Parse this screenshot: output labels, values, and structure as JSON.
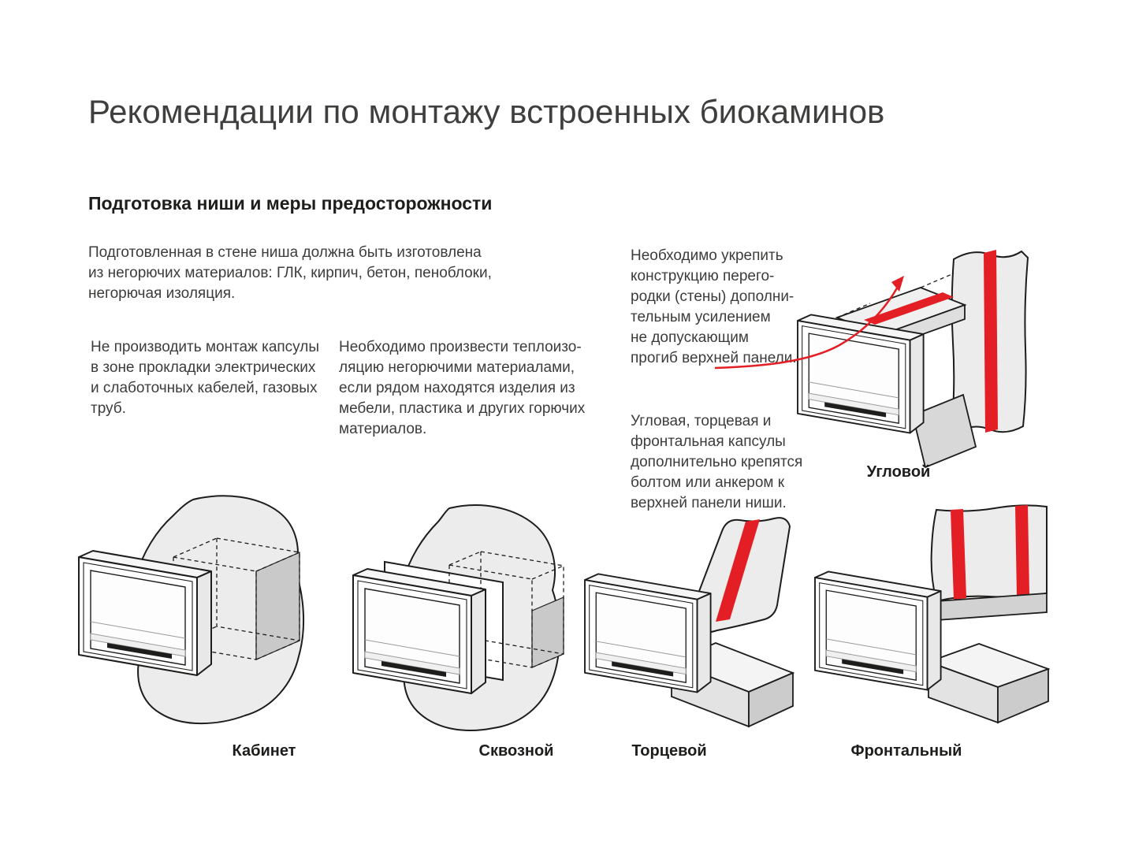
{
  "page": {
    "title": "Рекомендации по монтажу встроенных биокаминов",
    "section_heading": "Подготовка ниши и меры предосторожности"
  },
  "paragraphs": {
    "intro": "Подготовленная в стене ниша должна быть изготовлена\nиз негорючих материалов: ГЛК, кирпич, бетон, пеноблоки,\nнегорючая изоляция.",
    "col_left": "Не производить монтаж капсулы\nв зоне прокладки электрических\nи слаботочных кабелей, газовых\nтруб.",
    "col_mid": "Необходимо произвести теплоизо-\nляцию негорючими материалами,\nесли рядом находятся изделия из\nмебели, пластика и других горючих\nматериалов.",
    "note_top": "Необходимо укрепить\nконструкцию перего-\nродки (стены) дополни-\nтельным усилением\nне допускающим\nпрогиб верхней панели.",
    "note_bottom": "Угловая, торцевая и\nфронтальная капсулы\nдополнительно крепятся\nболтом или анкером к\nверхней панели ниши."
  },
  "diagrams": {
    "uglovoy": {
      "label": "Угловой"
    },
    "kabinet": {
      "label": "Кабинет"
    },
    "skvoznoy": {
      "label": "Сквозной"
    },
    "tortsevoy": {
      "label": "Торцевой"
    },
    "frontalny": {
      "label": "Фронтальный"
    }
  },
  "colors": {
    "accent_red": "#e31e24",
    "text": "#3c3c3b",
    "wall_fill": "#ececec",
    "outline": "#1d1d1b"
  }
}
